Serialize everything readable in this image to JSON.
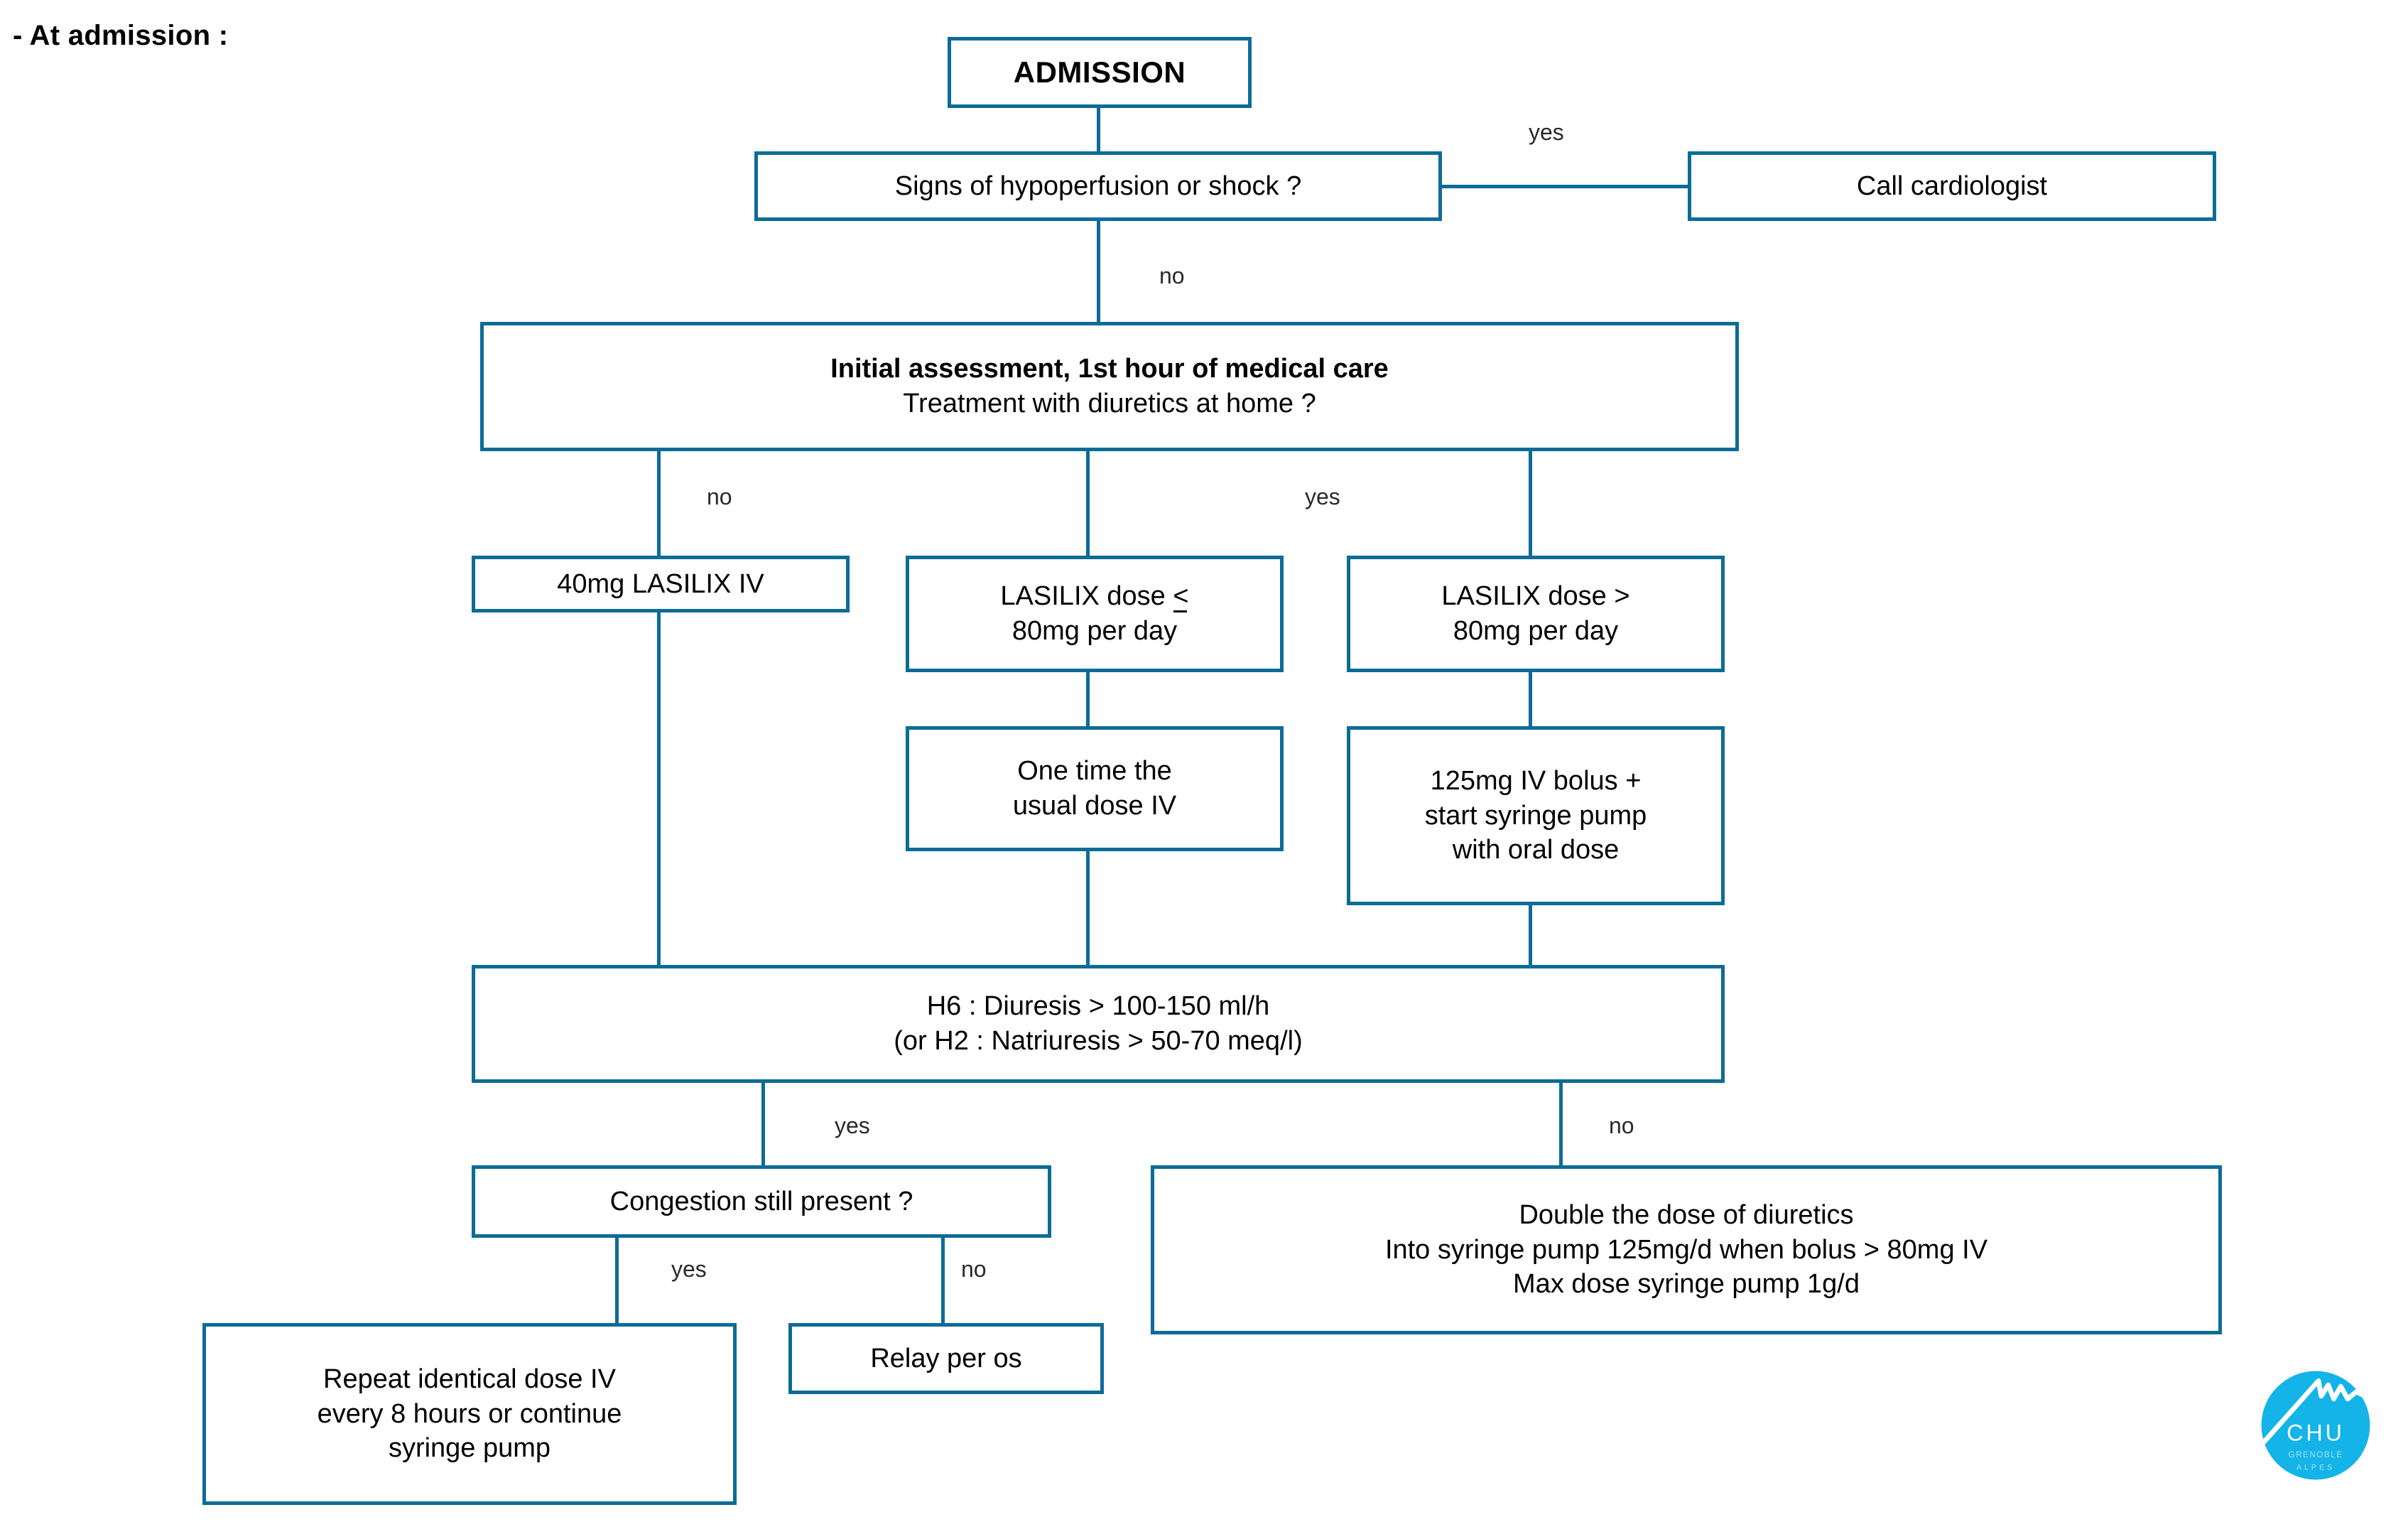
{
  "page": {
    "section_title": "- At admission :",
    "accent_color": "#0c6c97",
    "logo_color": "#14b4e8",
    "background": "#ffffff"
  },
  "flowchart": {
    "type": "flowchart",
    "title": "- At admission :",
    "nodes": [
      {
        "id": "admission",
        "label": "ADMISSION"
      },
      {
        "id": "signs",
        "label": "Signs of hypoperfusion or shock ?"
      },
      {
        "id": "call_cardio",
        "label": "Call cardiologist"
      },
      {
        "id": "initial_line1",
        "label": "Initial assessment, 1st hour of medical care"
      },
      {
        "id": "initial_line2",
        "label": "Treatment with diuretics at home ?"
      },
      {
        "id": "lasilix40",
        "label": "40mg LASILIX IV"
      },
      {
        "id": "dose_le80_l1",
        "label": "LASILIX dose "
      },
      {
        "id": "dose_le80_sym",
        "label": "<"
      },
      {
        "id": "dose_le80_l2",
        "label": "80mg per day"
      },
      {
        "id": "dose_gt80",
        "label": "LASILIX dose >\n80mg per day"
      },
      {
        "id": "one_time",
        "label": "One time the\nusual dose IV"
      },
      {
        "id": "bolus125",
        "label": "125mg IV bolus +\nstart syringe pump\nwith oral dose"
      },
      {
        "id": "h6",
        "label": "H6 : Diuresis > 100-150 ml/h\n(or H2 : Natriuresis > 50-70 meq/l)"
      },
      {
        "id": "congestion",
        "label": "Congestion still present ?"
      },
      {
        "id": "double_dose",
        "label": "Double the dose  of diuretics\nInto syringe pump 125mg/d when bolus > 80mg IV\nMax dose syringe pump 1g/d"
      },
      {
        "id": "repeat_dose",
        "label": "Repeat identical dose IV\nevery 8 hours or continue\nsyringe pump"
      },
      {
        "id": "relay",
        "label": "Relay per os"
      }
    ],
    "edge_labels": {
      "signs_yes": "yes",
      "signs_no": "no",
      "diuretics_no": "no",
      "diuretics_yes": "yes",
      "h6_yes": "yes",
      "h6_no": "no",
      "congestion_yes": "yes",
      "congestion_no": "no"
    },
    "edges": [
      {
        "from": "admission",
        "to": "signs",
        "label": ""
      },
      {
        "from": "signs",
        "to": "call_cardio",
        "label": "yes"
      },
      {
        "from": "signs",
        "to": "initial",
        "label": "no"
      },
      {
        "from": "initial",
        "to": "lasilix40",
        "label": "no"
      },
      {
        "from": "initial",
        "to": "dose_le80",
        "label": ""
      },
      {
        "from": "initial",
        "to": "dose_gt80",
        "label": "yes"
      },
      {
        "from": "dose_le80",
        "to": "one_time",
        "label": ""
      },
      {
        "from": "dose_gt80",
        "to": "bolus125",
        "label": ""
      },
      {
        "from": "lasilix40",
        "to": "h6",
        "label": ""
      },
      {
        "from": "one_time",
        "to": "h6",
        "label": ""
      },
      {
        "from": "bolus125",
        "to": "h6",
        "label": ""
      },
      {
        "from": "h6",
        "to": "congestion",
        "label": "yes"
      },
      {
        "from": "h6",
        "to": "double_dose",
        "label": "no"
      },
      {
        "from": "congestion",
        "to": "repeat_dose",
        "label": "yes"
      },
      {
        "from": "congestion",
        "to": "relay",
        "label": "no"
      }
    ]
  },
  "logo": {
    "name": "CHU Grenoble Alpes",
    "line1": "CHU",
    "line2": "GRENOBLE",
    "line3": "ALPES"
  }
}
